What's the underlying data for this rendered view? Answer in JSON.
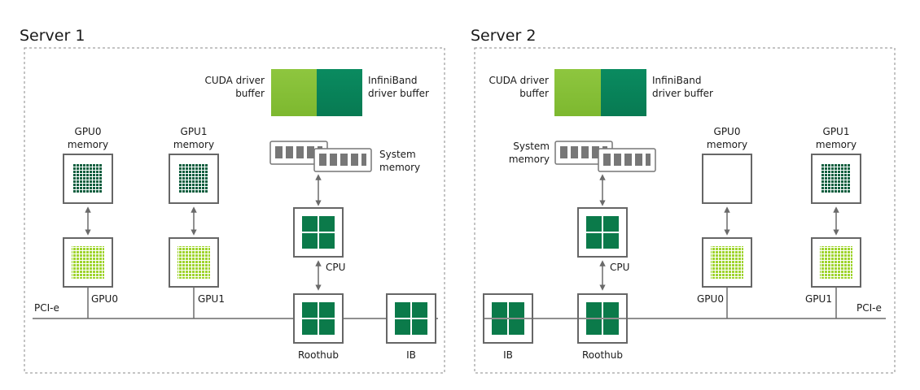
{
  "servers": [
    {
      "title": "Server 1",
      "cuda_buffer": [
        "CUDA driver",
        "buffer"
      ],
      "ib_buffer": [
        "InfiniBand",
        "driver buffer"
      ],
      "system_memory": [
        "System",
        "memory"
      ],
      "gpu0_memory": [
        "GPU0",
        "memory"
      ],
      "gpu1_memory": [
        "GPU1",
        "memory"
      ],
      "gpu0": "GPU0",
      "gpu1": "GPU1",
      "cpu": "CPU",
      "roothub": "Roothub",
      "ib": "IB",
      "pcie": "PCI-e"
    },
    {
      "title": "Server 2",
      "cuda_buffer": [
        "CUDA driver",
        "buffer"
      ],
      "ib_buffer": [
        "InfiniBand",
        "driver buffer"
      ],
      "system_memory": [
        "System",
        "memory"
      ],
      "gpu0_memory": [
        "GPU0",
        "memory"
      ],
      "gpu1_memory": [
        "GPU1",
        "memory"
      ],
      "gpu0": "GPU0",
      "gpu1": "GPU1",
      "cpu": "CPU",
      "roothub": "Roothub",
      "ib": "IB",
      "pcie": "PCI-e"
    }
  ],
  "colors": {
    "cuda_green": "#8cc63f",
    "ib_teal": "#0b8a5f",
    "chip_dark_green": "#0b7a4a",
    "gpu_light_green": "#9fd42e",
    "memory_dark": "#0f5e3e",
    "chip_border": "#666666",
    "line": "#6a6a6a"
  }
}
